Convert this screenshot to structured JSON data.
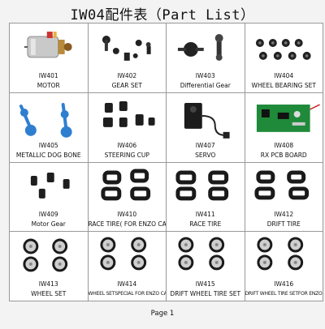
{
  "title": "IW04配件表（Part List）",
  "parts": [
    {
      "code": "IW401",
      "name": "MOTOR"
    },
    {
      "code": "IW402",
      "name": "GEAR SET"
    },
    {
      "code": "IW403",
      "name": "Differential Gear"
    },
    {
      "code": "IW404",
      "name": "WHEEL BEARING SET"
    },
    {
      "code": "IW405",
      "name": "METALLIC DOG BONE"
    },
    {
      "code": "IW406",
      "name": "STEERING CUP"
    },
    {
      "code": "IW407",
      "name": "SERVO"
    },
    {
      "code": "IW408",
      "name": "RX PCB BOARD"
    },
    {
      "code": "IW409",
      "name": "Motor Gear"
    },
    {
      "code": "IW410",
      "name": "RACE TIRE( FOR ENZO CAR)"
    },
    {
      "code": "IW411",
      "name": "RACE TIRE"
    },
    {
      "code": "IW412",
      "name": "DRIFT TIRE"
    },
    {
      "code": "IW413",
      "name": "WHEEL SET"
    },
    {
      "code": "IW414",
      "name": "WHEEL SETSPECIAL FOR ENZO CAR"
    },
    {
      "code": "IW415",
      "name": "DRIFT WHEEL TIRE SET"
    },
    {
      "code": "IW416",
      "name": "DRIFT WHEEL TIRE SETFOR ENZO CAR"
    }
  ],
  "footer": "Page 1",
  "colors": {
    "grid_line": "#999999",
    "dog_bone_blue": "#2f7fd0",
    "pcb_green": "#1f8a3a",
    "tire_black": "#1a1a1a"
  }
}
